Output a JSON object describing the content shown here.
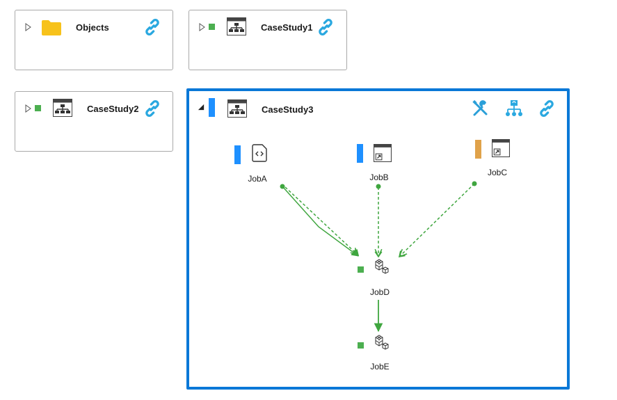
{
  "colors": {
    "accent": "#0a78d7",
    "status_green": "#4caf50",
    "bar_blue": "#1e90ff",
    "bar_orange": "#e0a24a",
    "folder_yellow": "#f7c21b",
    "link_blue": "#2aa8e0",
    "edge_green": "#3fa63f"
  },
  "cards": {
    "objects": {
      "title": "Objects",
      "icon": "folder-icon"
    },
    "casestudy1": {
      "title": "CaseStudy1",
      "icon": "workflow-icon"
    },
    "casestudy2": {
      "title": "CaseStudy2",
      "icon": "workflow-icon"
    },
    "casestudy3": {
      "title": "CaseStudy3",
      "icon": "workflow-icon",
      "toolbar": [
        "tools-icon",
        "hierarchy-icon",
        "link-icon"
      ],
      "jobs": {
        "joba": {
          "label": "JobA",
          "icon": "script-icon"
        },
        "jobb": {
          "label": "JobB",
          "icon": "window-shortcut-icon"
        },
        "jobc": {
          "label": "JobC",
          "icon": "window-shortcut-icon"
        },
        "jobd": {
          "label": "JobD",
          "icon": "cubes-icon"
        },
        "jobe": {
          "label": "JobE",
          "icon": "cubes-icon"
        }
      }
    }
  }
}
